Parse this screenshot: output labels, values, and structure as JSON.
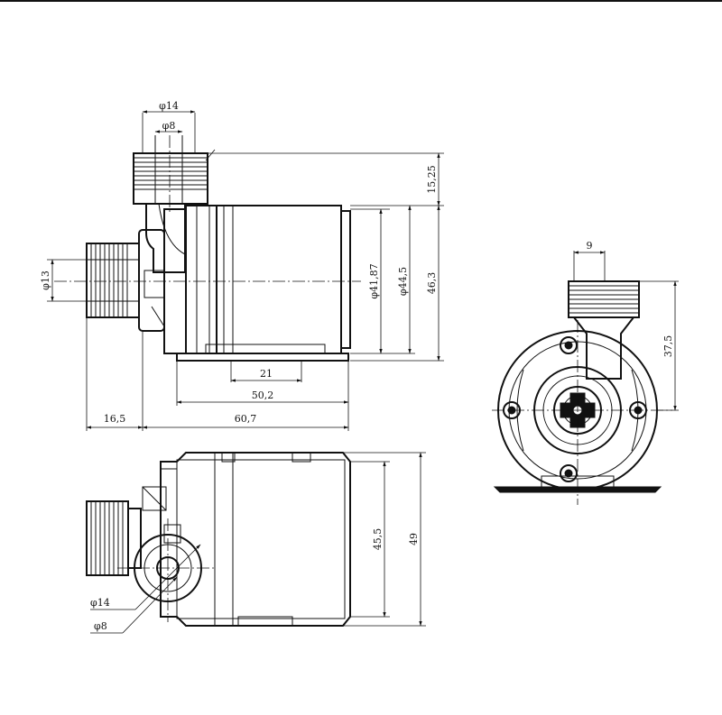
{
  "dimensions": {
    "inlet_outer": "φ14",
    "inlet_inner": "φ8",
    "inlet_height": "15,25",
    "body_d1": "φ41,87",
    "body_d2": "φ44,5",
    "body_height": "46,3",
    "outlet_diameter": "φ13",
    "mount_slot": "21",
    "base_length": "50,2",
    "outlet_length": "16,5",
    "total_length": "60,7",
    "side_outlet_width": "9",
    "side_outlet_height": "37,5",
    "bottom_d1": "45,5",
    "bottom_d2": "49",
    "bottom_outer": "φ14",
    "bottom_inner": "φ8"
  }
}
